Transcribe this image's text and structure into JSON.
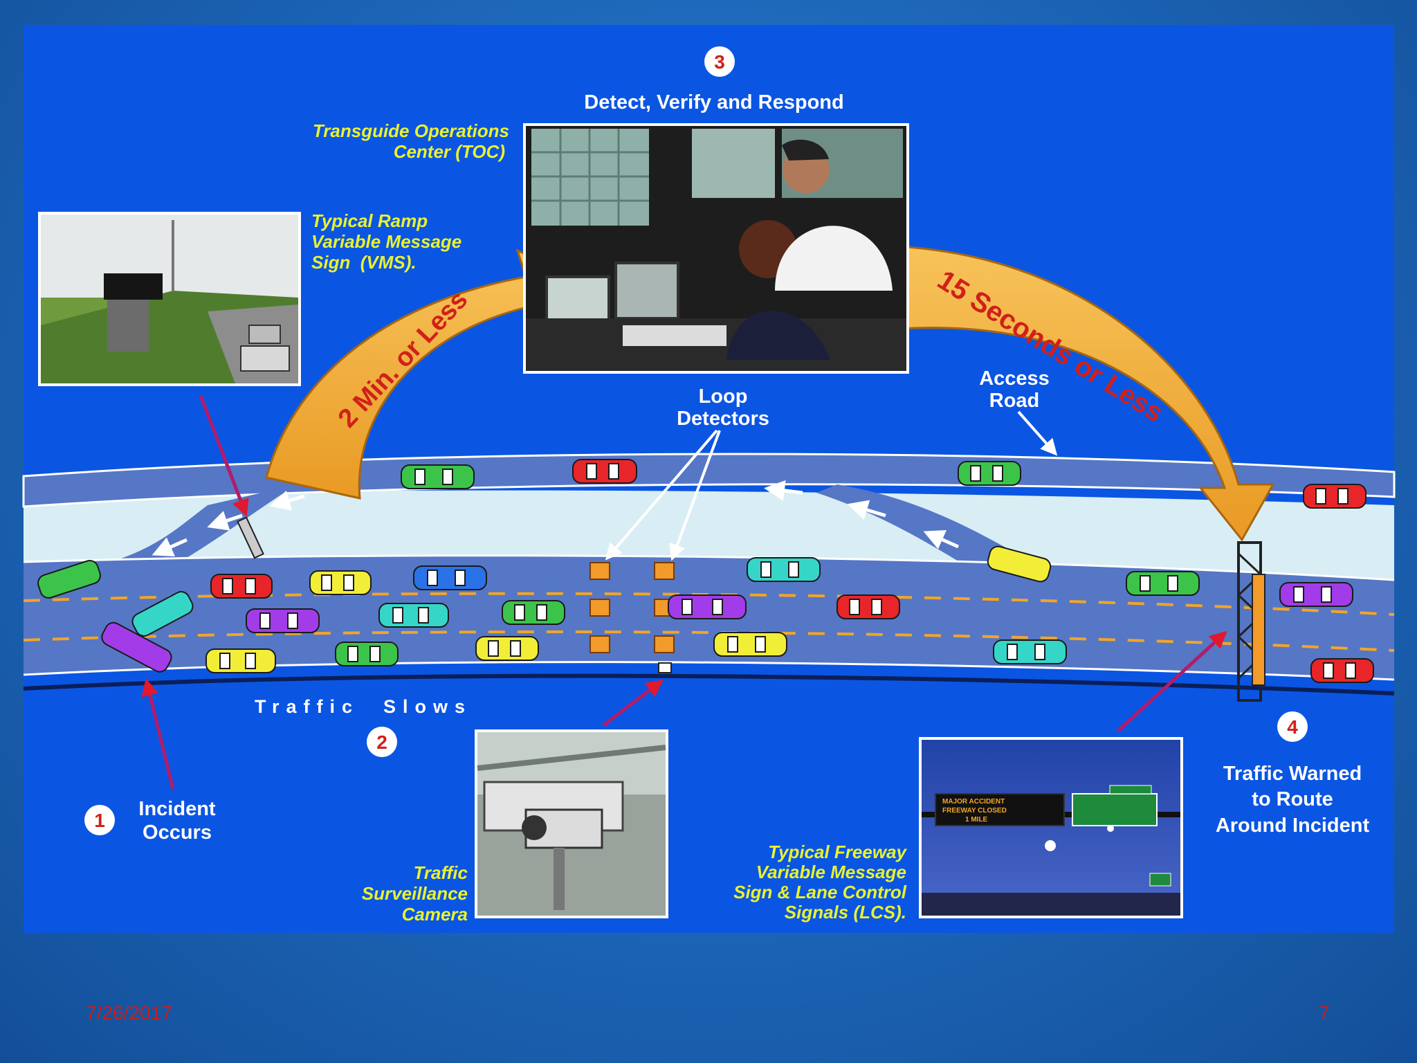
{
  "steps": [
    {
      "number": "1",
      "label_lines": [
        "Incident",
        "Occurs"
      ]
    },
    {
      "number": "2",
      "label": "Traffic  Slows"
    },
    {
      "number": "3",
      "label": "Detect, Verify and Respond"
    },
    {
      "number": "4",
      "label_lines": [
        "Traffic Warned",
        "to Route",
        "Around Incident"
      ]
    }
  ],
  "arrows": {
    "left": "2 Min. or Less",
    "right": "15 Seconds or Less"
  },
  "labels": {
    "toc": [
      "Transguide Operations",
      "Center (TOC)"
    ],
    "ramp_vms": [
      "Typical Ramp",
      "Variable Message",
      "Sign  (VMS)."
    ],
    "loop_detectors": [
      "Loop",
      "Detectors"
    ],
    "access_road": [
      "Access",
      "Road"
    ],
    "camera": [
      "Traffic",
      "Surveillance",
      "Camera"
    ],
    "freeway_vms": [
      "Typical Freeway",
      "Variable Message",
      "Sign & Lane Control",
      "Signals (LCS)."
    ]
  },
  "sign_text": {
    "vms_lines": [
      "MAJOR ACCIDENT",
      "FREEWAY CLOSED",
      "1 MILE"
    ]
  },
  "footer": {
    "date": "7/26/2017",
    "page": "7"
  },
  "colors": {
    "panel": "#0b55e3",
    "road": "#5577c6",
    "median": "#d8eef4",
    "arrow_fill": "#f2b240",
    "arrow_text": "#d0201a",
    "label_yellow": "#e9f22f",
    "detector": "#f29a2a"
  }
}
